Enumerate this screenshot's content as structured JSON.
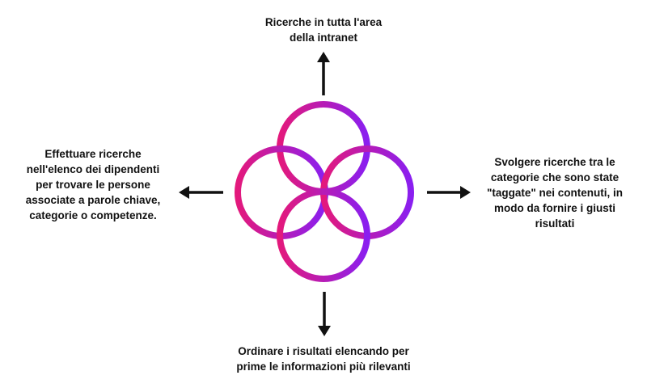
{
  "colors": {
    "ring_start": "#e3197c",
    "ring_end": "#8a1ff0",
    "arrow": "#111111",
    "text": "#111111",
    "background": "#ffffff"
  },
  "center": {
    "shape": "four-overlapping-rings",
    "icon": "rings-icon"
  },
  "labels": {
    "top": {
      "lines": [
        "Ricerche in tutta l'area",
        "della intranet"
      ]
    },
    "left": {
      "lines": [
        "Effettuare ricerche",
        "nell'elenco dei dipendenti",
        "per trovare le persone",
        "associate a parole chiave,",
        "categorie o competenze."
      ]
    },
    "right": {
      "lines": [
        "Svolgere ricerche tra le",
        "categorie che sono state",
        "\"taggate\" nei contenuti, in",
        "modo da fornire i giusti",
        "risultati"
      ]
    },
    "bottom": {
      "lines": [
        "Ordinare i risultati elencando per",
        "prime le informazioni più rilevanti"
      ]
    }
  }
}
